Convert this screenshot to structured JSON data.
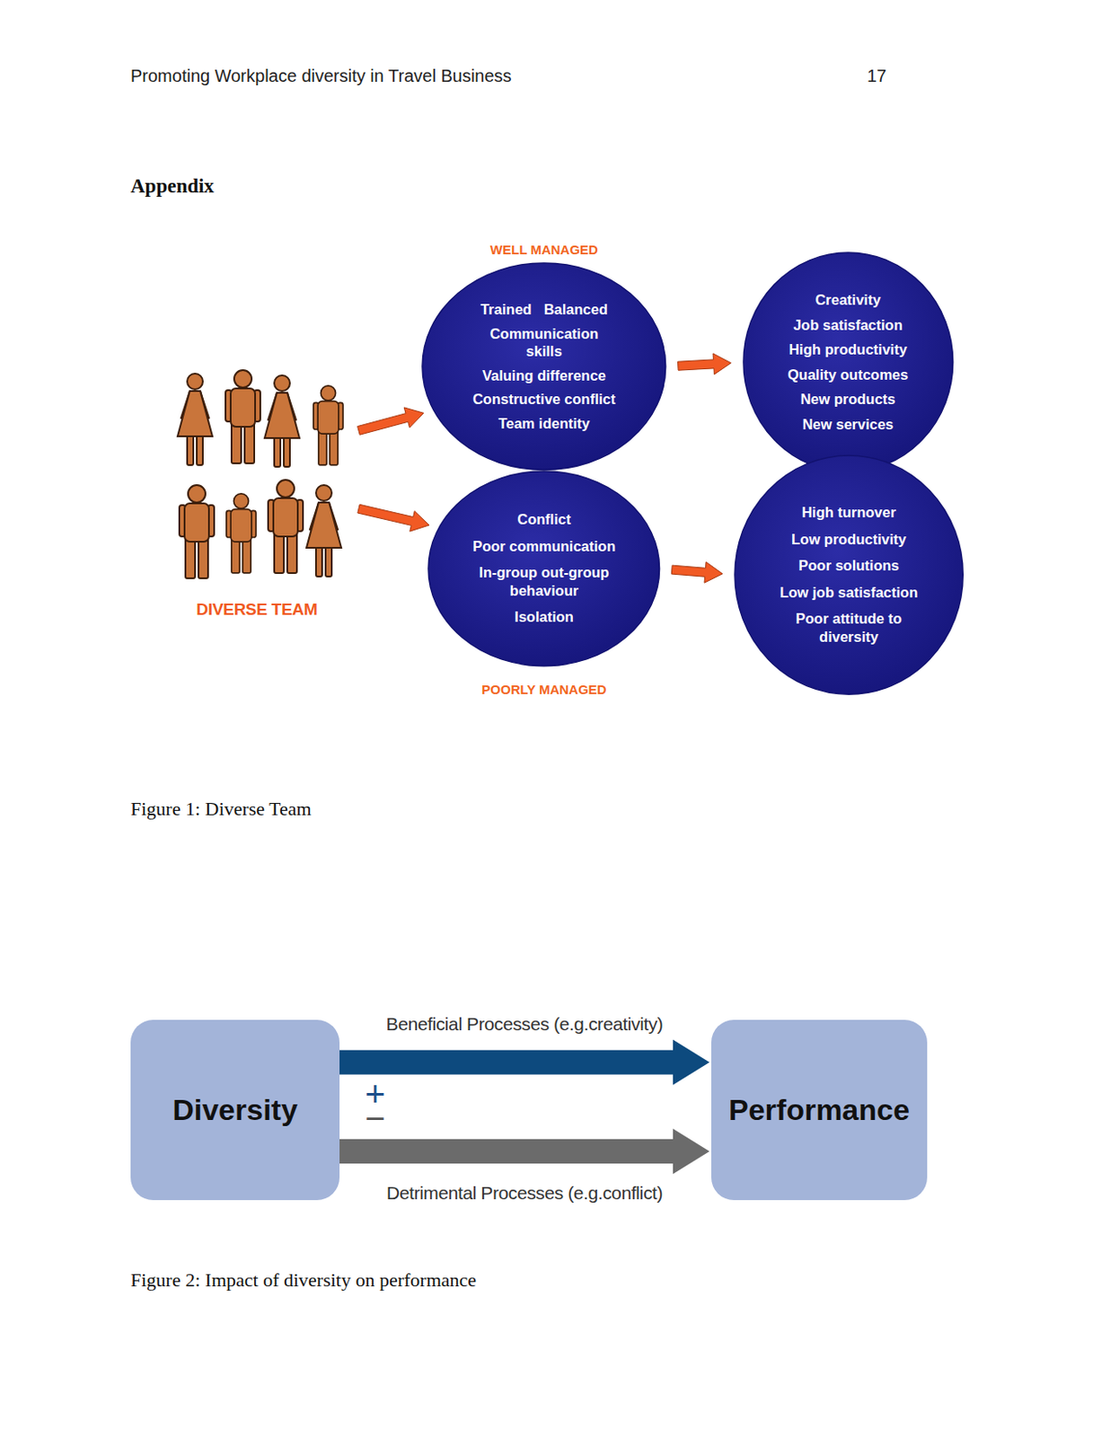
{
  "diagram": {
    "title": "Appendix",
    "nodes": [
      {
        "text": [
          "DIVERSE TEAM"
        ]
      },
      {
        "text": [
          "Trained",
          "Balanced",
          "Communication skills",
          "Valuing difference",
          "Constructive conflict",
          "Team identity"
        ]
      },
      {
        "text": [
          "Creativity",
          "Job satisfaction",
          "High productivity",
          "Quality outcomes",
          "New products",
          "New services"
        ]
      },
      {
        "text": [
          "Conflict",
          "Poor communication",
          "In-group out-group behaviour",
          "Isolation"
        ]
      },
      {
        "text": [
          "High turnover",
          "Low productivity",
          "Poor solutions",
          "Low job satisfaction",
          "Poor attitude to diversity"
        ]
      },
      {
        "text": [
          "Diversity"
        ]
      },
      {
        "text": [
          "Performance"
        ]
      }
    ],
    "edges": [
      {
        "from": 0,
        "to": 1,
        "arrow": "to"
      },
      {
        "from": 0,
        "to": 3,
        "arrow": "to"
      },
      {
        "from": 1,
        "to": 2,
        "arrow": "to"
      },
      {
        "from": 3,
        "to": 4,
        "arrow": "to"
      },
      {
        "from": 5,
        "to": 6,
        "label": "Beneficial Processes (e.g.creativity)",
        "arrow": "to"
      },
      {
        "from": 5,
        "to": 6,
        "label": "Detrimental Processes (e.g.conflict)",
        "arrow": "to"
      }
    ],
    "labels": [
      "Promoting Workplace diversity in Travel Business",
      "17",
      "WELL MANAGED",
      "POORLY MANAGED",
      "Figure 1: Diverse Team",
      "+",
      "−",
      "Figure 2: Impact of diversity on performance"
    ]
  }
}
